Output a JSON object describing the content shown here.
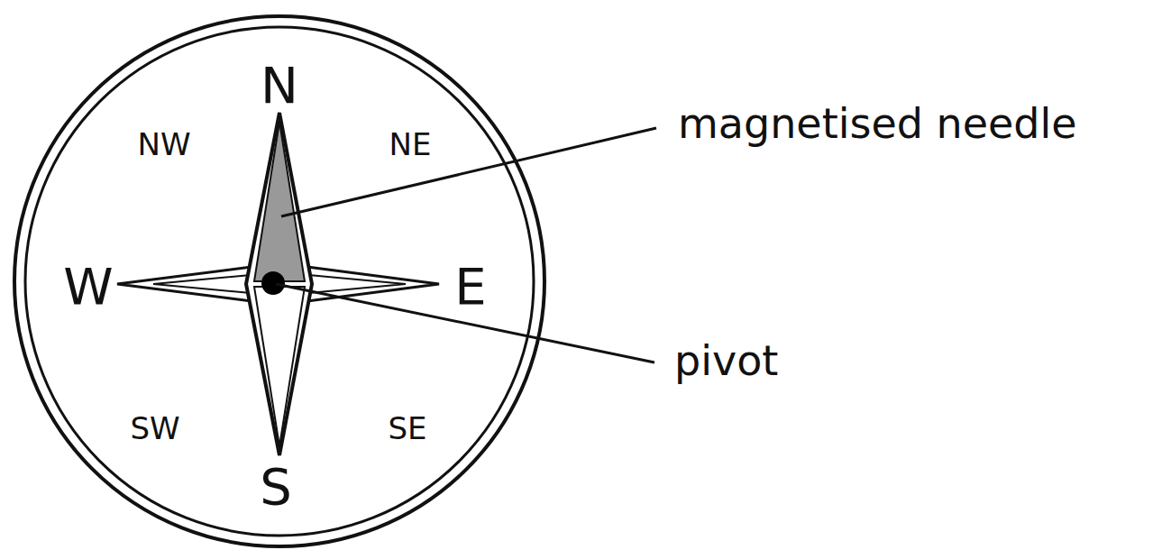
{
  "diagram": {
    "labels": [
      "N",
      "NW",
      "NE",
      "W",
      "E",
      "SW",
      "SE",
      "S",
      "magnetised needle",
      "pivot"
    ]
  }
}
